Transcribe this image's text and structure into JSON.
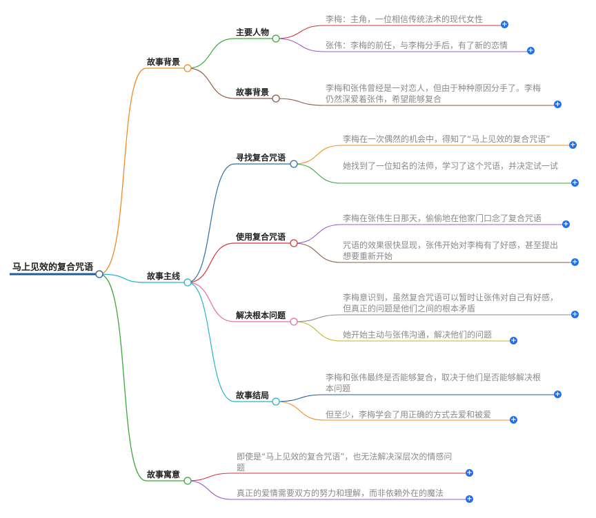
{
  "root": "马上见效的复合咒语",
  "colors": {
    "orange": "#f08a24",
    "teal": "#22b5c8",
    "green": "#3aa63a",
    "red": "#d6333b",
    "purple": "#9b59c9",
    "brown": "#8a5a44",
    "blue": "#2c6fa8",
    "pink": "#e86aa8",
    "gray": "#8c8c8c",
    "olive": "#c2b62a",
    "navy": "#1f5c99",
    "rootline": "#1f5c99"
  },
  "branches": [
    {
      "label": "故事背景",
      "children": [
        {
          "label": "主要人物",
          "leaves": [
            "李梅：主角，一位相信传统法术的现代女性",
            "张伟：李梅的前任，与李梅分手后，有了新的恋情"
          ]
        },
        {
          "label": "故事背景",
          "leaves": [
            "李梅和张伟曾经是一对恋人，但由于种种原因分手了。李梅仍然深爱着张伟，希望能够复合"
          ]
        }
      ]
    },
    {
      "label": "故事主线",
      "children": [
        {
          "label": "寻找复合咒语",
          "leaves": [
            "李梅在一次偶然的机会中，得知了“马上见效的复合咒语”",
            "她找到了一位知名的法师，学习了这个咒语，并决定试一试"
          ]
        },
        {
          "label": "使用复合咒语",
          "leaves": [
            "李梅在张伟生日那天，偷偷地在他家门口念了复合咒语",
            "咒语的效果很快显现，张伟开始对李梅有了好感，甚至提出想要重新开始"
          ]
        },
        {
          "label": "解决根本问题",
          "leaves": [
            "李梅意识到，虽然复合咒语可以暂时让张伟对自己有好感，但真正的问题是他们之间的根本矛盾",
            "她开始主动与张伟沟通，解决他们的问题"
          ]
        },
        {
          "label": "故事结局",
          "leaves": [
            "李梅和张伟最终是否能够复合，取决于他们是否能够解决根本问题",
            "但至少，李梅学会了用正确的方式去爱和被爱"
          ]
        }
      ]
    },
    {
      "label": "故事寓意",
      "leaves": [
        "即使是“马上见效的复合咒语”，也无法解决深层次的情感问题",
        "真正的爱情需要双方的努力和理解，而非依赖外在的魔法"
      ]
    }
  ]
}
